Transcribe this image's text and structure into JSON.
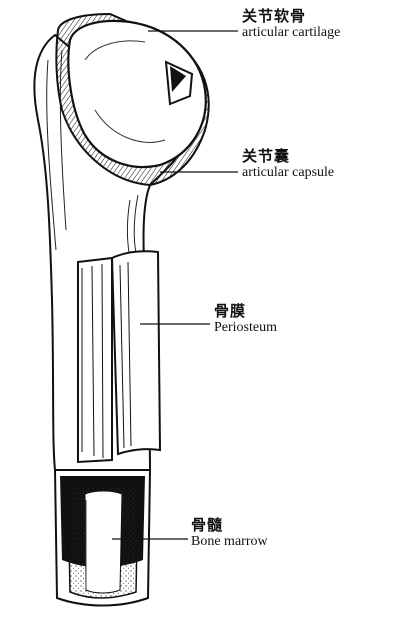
{
  "labels": {
    "articular_cartilage": {
      "zh": "关节软骨",
      "en": "articular cartilage"
    },
    "articular_capsule": {
      "zh": "关节囊",
      "en": "articular capsule"
    },
    "periosteum": {
      "zh": "骨膜",
      "en": "Periosteum"
    },
    "bone_marrow": {
      "zh": "骨髓",
      "en": "Bone marrow"
    }
  },
  "colors": {
    "ink": "#111111",
    "bone": "#ffffff"
  }
}
